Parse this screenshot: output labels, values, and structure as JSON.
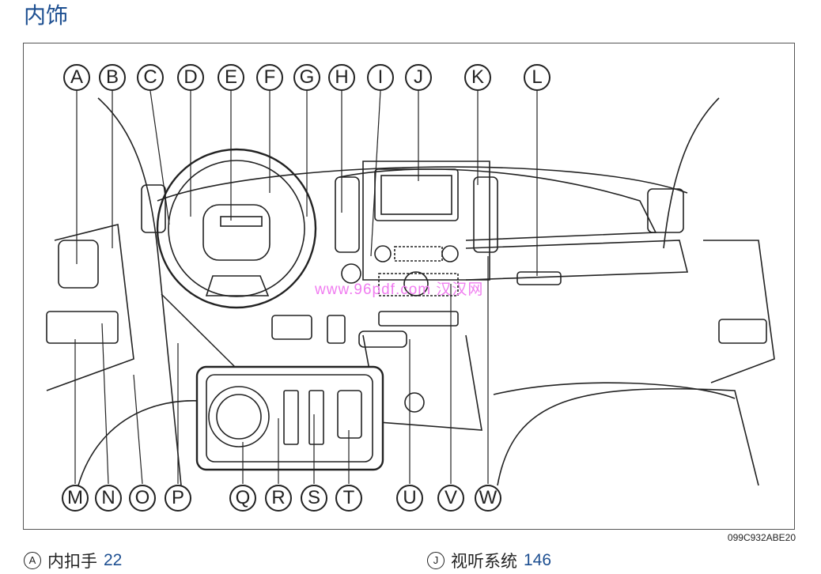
{
  "page_title": "内饰",
  "figure_code": "099C932ABE20",
  "watermark": "www.96pdf.com 汉汉网",
  "callouts_top": [
    "A",
    "B",
    "C",
    "D",
    "E",
    "F",
    "G",
    "H",
    "I",
    "J",
    "K",
    "L"
  ],
  "callouts_bottom": [
    "M",
    "N",
    "O",
    "P",
    "Q",
    "R",
    "S",
    "T",
    "U",
    "V",
    "W"
  ],
  "legend": [
    {
      "letter": "A",
      "label": "内扣手",
      "page": "22"
    },
    {
      "letter": "J",
      "label": "视听系统",
      "page": "146"
    }
  ]
}
